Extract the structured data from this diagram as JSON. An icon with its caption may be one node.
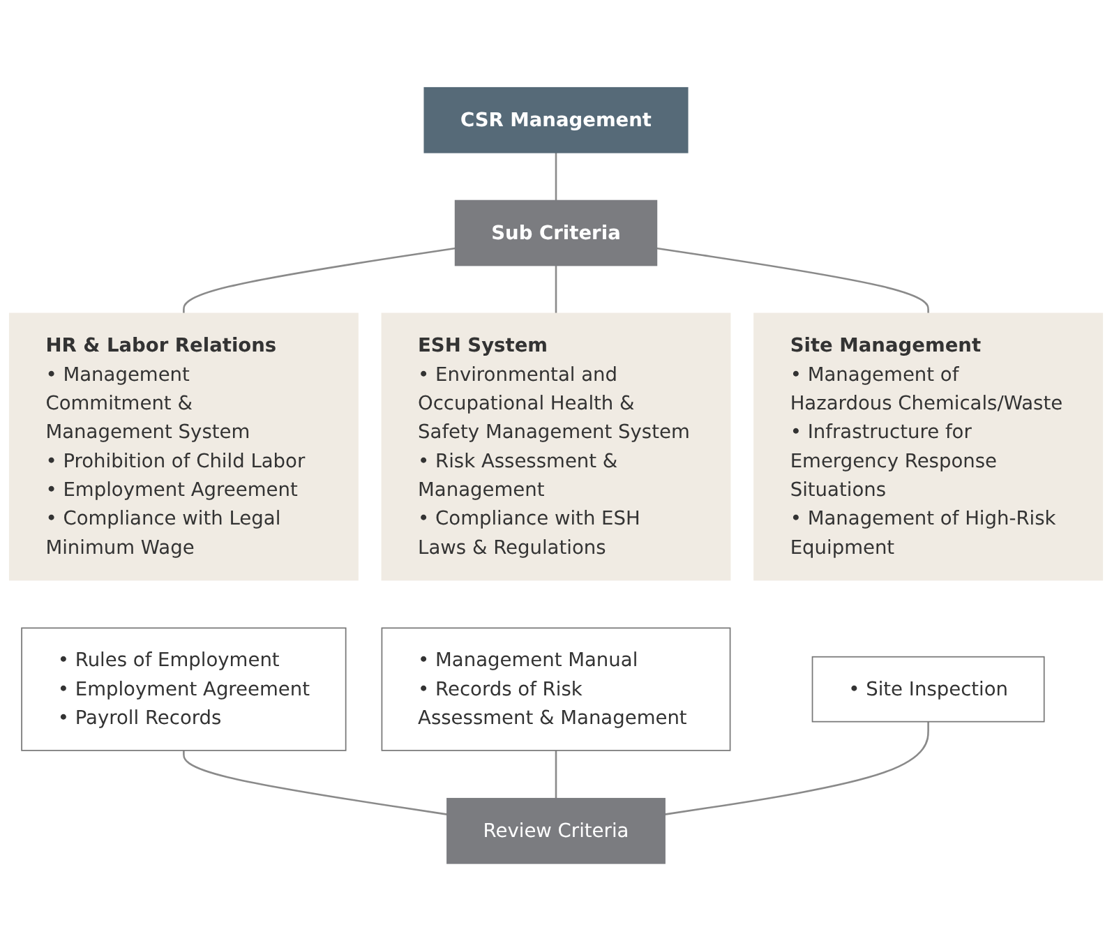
{
  "diagram": {
    "nodes": [
      {
        "text": [
          "CSR Management"
        ]
      },
      {
        "text": [
          "Sub Criteria"
        ]
      },
      {
        "text": [
          "HR & Labor Relations",
          "• Management Commitment & Management System",
          "• Prohibition of Child Labor",
          "• Employment Agreement",
          "• Compliance with Legal Minimum Wage"
        ]
      },
      {
        "text": [
          "ESH System",
          "• Environmental and Occupational Health & Safety Management System",
          "• Risk Assessment & Management",
          "• Compliance with ESH Laws & Regulations"
        ]
      },
      {
        "text": [
          "Site Management",
          "• Management of Hazardous Chemicals/Waste",
          "• Infrastructure for Emergency Response Situations",
          "• Management of High-Risk Equipment"
        ]
      },
      {
        "text": [
          "• Rules of Employment",
          "• Employment Agreement",
          "• Payroll Records"
        ]
      },
      {
        "text": [
          "• Management Manual",
          "• Records of Risk Assessment & Management"
        ]
      },
      {
        "text": [
          "• Site Inspection"
        ]
      },
      {
        "text": [
          "Review Criteria"
        ]
      }
    ],
    "edges": [
      {
        "from": 0,
        "to": 1,
        "arrow": "none"
      },
      {
        "from": 1,
        "to": 2,
        "arrow": "none"
      },
      {
        "from": 1,
        "to": 3,
        "arrow": "none"
      },
      {
        "from": 1,
        "to": 4,
        "arrow": "none"
      },
      {
        "from": 5,
        "to": 8,
        "arrow": "none"
      },
      {
        "from": 6,
        "to": 8,
        "arrow": "none"
      },
      {
        "from": 7,
        "to": 8,
        "arrow": "none"
      }
    ]
  }
}
